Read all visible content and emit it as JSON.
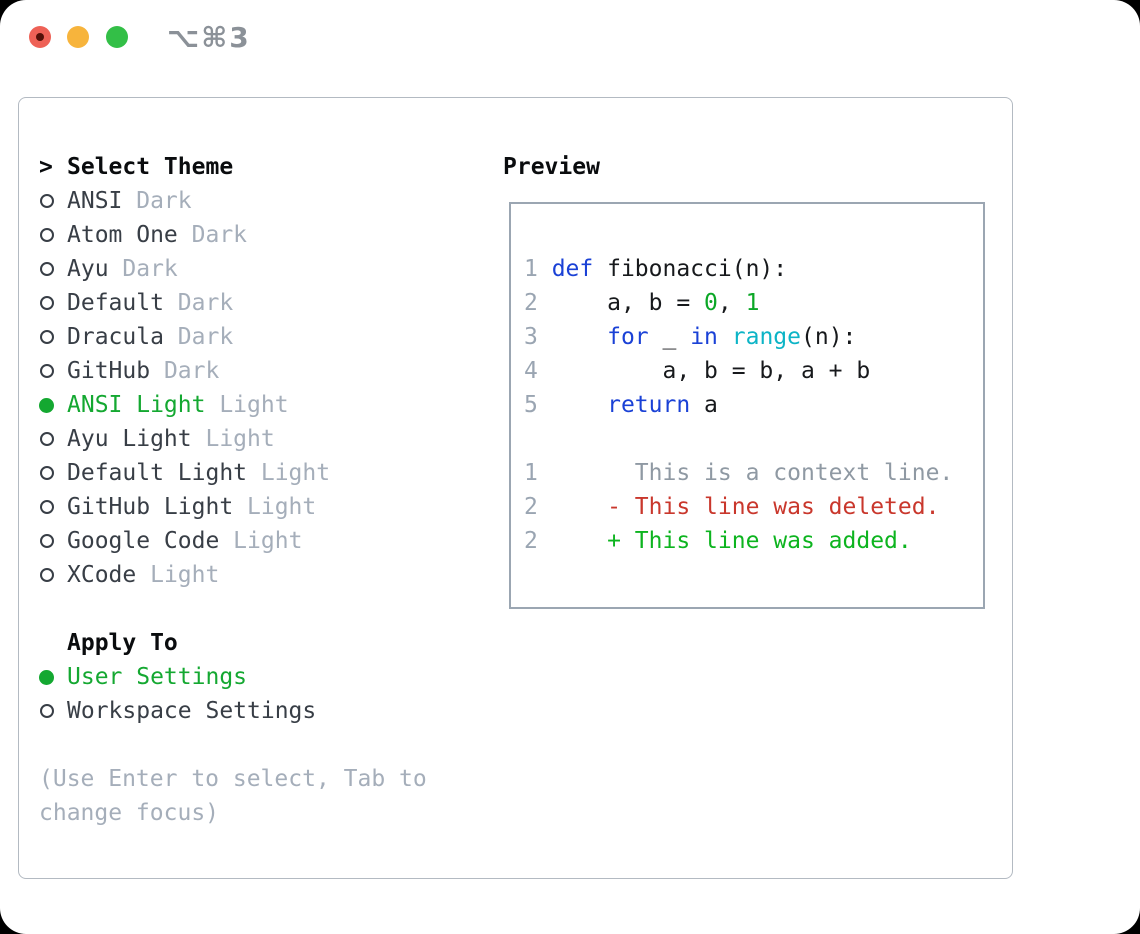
{
  "window": {
    "title": "⌥⌘3",
    "traffic_lights": [
      "close",
      "minimize",
      "zoom"
    ]
  },
  "theme_panel": {
    "header": {
      "prompt": ">",
      "label": "Select Theme"
    },
    "themes": [
      {
        "name": "ANSI",
        "tag": "Dark",
        "selected": false
      },
      {
        "name": "Atom One",
        "tag": "Dark",
        "selected": false
      },
      {
        "name": "Ayu",
        "tag": "Dark",
        "selected": false
      },
      {
        "name": "Default",
        "tag": "Dark",
        "selected": false
      },
      {
        "name": "Dracula",
        "tag": "Dark",
        "selected": false
      },
      {
        "name": "GitHub",
        "tag": "Dark",
        "selected": false
      },
      {
        "name": "ANSI Light",
        "tag": "Light",
        "selected": true
      },
      {
        "name": "Ayu Light",
        "tag": "Light",
        "selected": false
      },
      {
        "name": "Default Light",
        "tag": "Light",
        "selected": false
      },
      {
        "name": "GitHub Light",
        "tag": "Light",
        "selected": false
      },
      {
        "name": "Google Code",
        "tag": "Light",
        "selected": false
      },
      {
        "name": "XCode",
        "tag": "Light",
        "selected": false
      }
    ],
    "apply_to": {
      "label": "Apply To",
      "options": [
        {
          "name": "User Settings",
          "selected": true
        },
        {
          "name": "Workspace Settings",
          "selected": false
        }
      ]
    },
    "help_lines": [
      "(Use Enter to select, Tab to",
      "change focus)"
    ]
  },
  "preview": {
    "title": "Preview",
    "lines": [
      {
        "num": "1",
        "tokens": [
          [
            "def",
            "kw"
          ],
          [
            " fibonacci(n):",
            "pl"
          ]
        ]
      },
      {
        "num": "2",
        "tokens": [
          [
            "    a, b = ",
            "pl"
          ],
          [
            "0",
            "lit"
          ],
          [
            ", ",
            "pl"
          ],
          [
            "1",
            "lit"
          ]
        ]
      },
      {
        "num": "3",
        "tokens": [
          [
            "    ",
            "pl"
          ],
          [
            "for",
            "kw"
          ],
          [
            " _ ",
            "pl"
          ],
          [
            "in",
            "kw"
          ],
          [
            " ",
            "pl"
          ],
          [
            "range",
            "fn"
          ],
          [
            "(n):",
            "pl"
          ]
        ]
      },
      {
        "num": "4",
        "tokens": [
          [
            "        a, b = b, a + b",
            "pl"
          ]
        ]
      },
      {
        "num": "5",
        "tokens": [
          [
            "    ",
            "pl"
          ],
          [
            "return",
            "kw"
          ],
          [
            " a",
            "pl"
          ]
        ]
      },
      {
        "blank": true
      },
      {
        "num": "1",
        "tokens": [
          [
            "      This is a context line.",
            "ctx"
          ]
        ]
      },
      {
        "num": "2",
        "tokens": [
          [
            "    ",
            "pl"
          ],
          [
            "- This line was deleted.",
            "del"
          ]
        ]
      },
      {
        "num": "2",
        "tokens": [
          [
            "    ",
            "pl"
          ],
          [
            "+ This line was added.",
            "add"
          ]
        ]
      }
    ]
  },
  "colors": {
    "green": "#14a831",
    "green_add": "#0db41f",
    "green_num": "#0ba726",
    "blue": "#1a41d6",
    "cyan": "#0cb4c6",
    "red": "#c9372c",
    "ink": "#383e46",
    "black": "#0a0c0e",
    "code_ink": "#17191c",
    "gray": "#a5aeba",
    "gray_ln": "#9aa5b2",
    "gray_ctx": "#8f99a3",
    "panel_border": "#b3bac2",
    "preview_border": "#9ba6b2",
    "title_gray": "#8b9198",
    "tl_red": "#ee6156",
    "tl_red_dot": "#531008",
    "tl_yellow": "#f7b43c",
    "tl_green": "#33bf47"
  }
}
